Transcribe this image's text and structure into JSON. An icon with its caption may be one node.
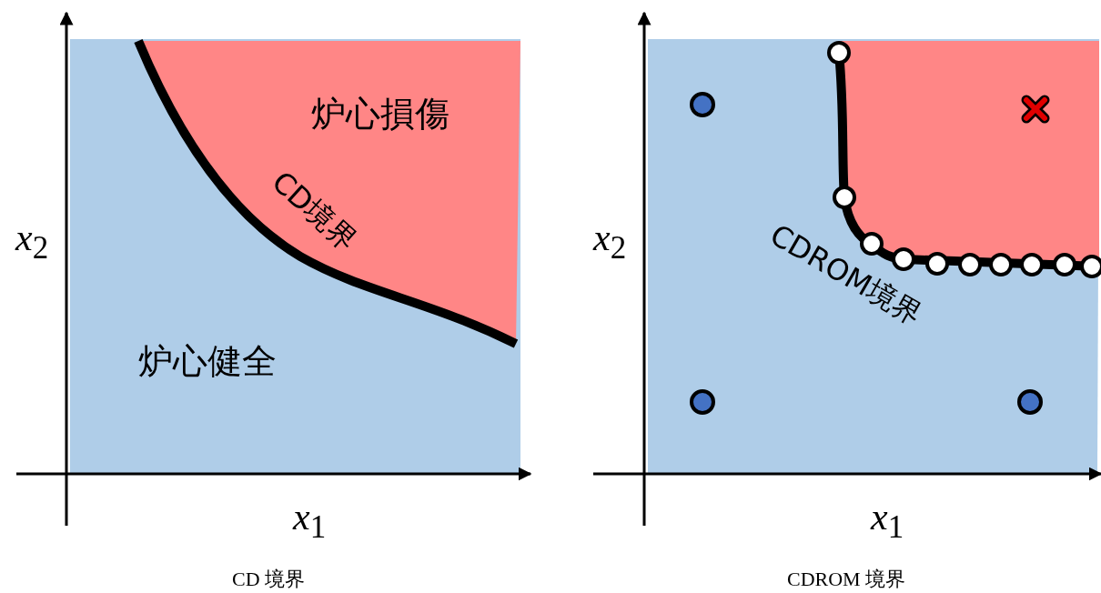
{
  "diagram": {
    "labels": [
      "*x*$_{2}$",
      "炉心損傷",
      "CD境界",
      "炉心健全",
      "*x*$_{1}$",
      "CD 境界",
      "*x*$_{2}$",
      "CDROM境界",
      "*x*$_{1}$",
      "CDROM 境界"
    ]
  }
}
